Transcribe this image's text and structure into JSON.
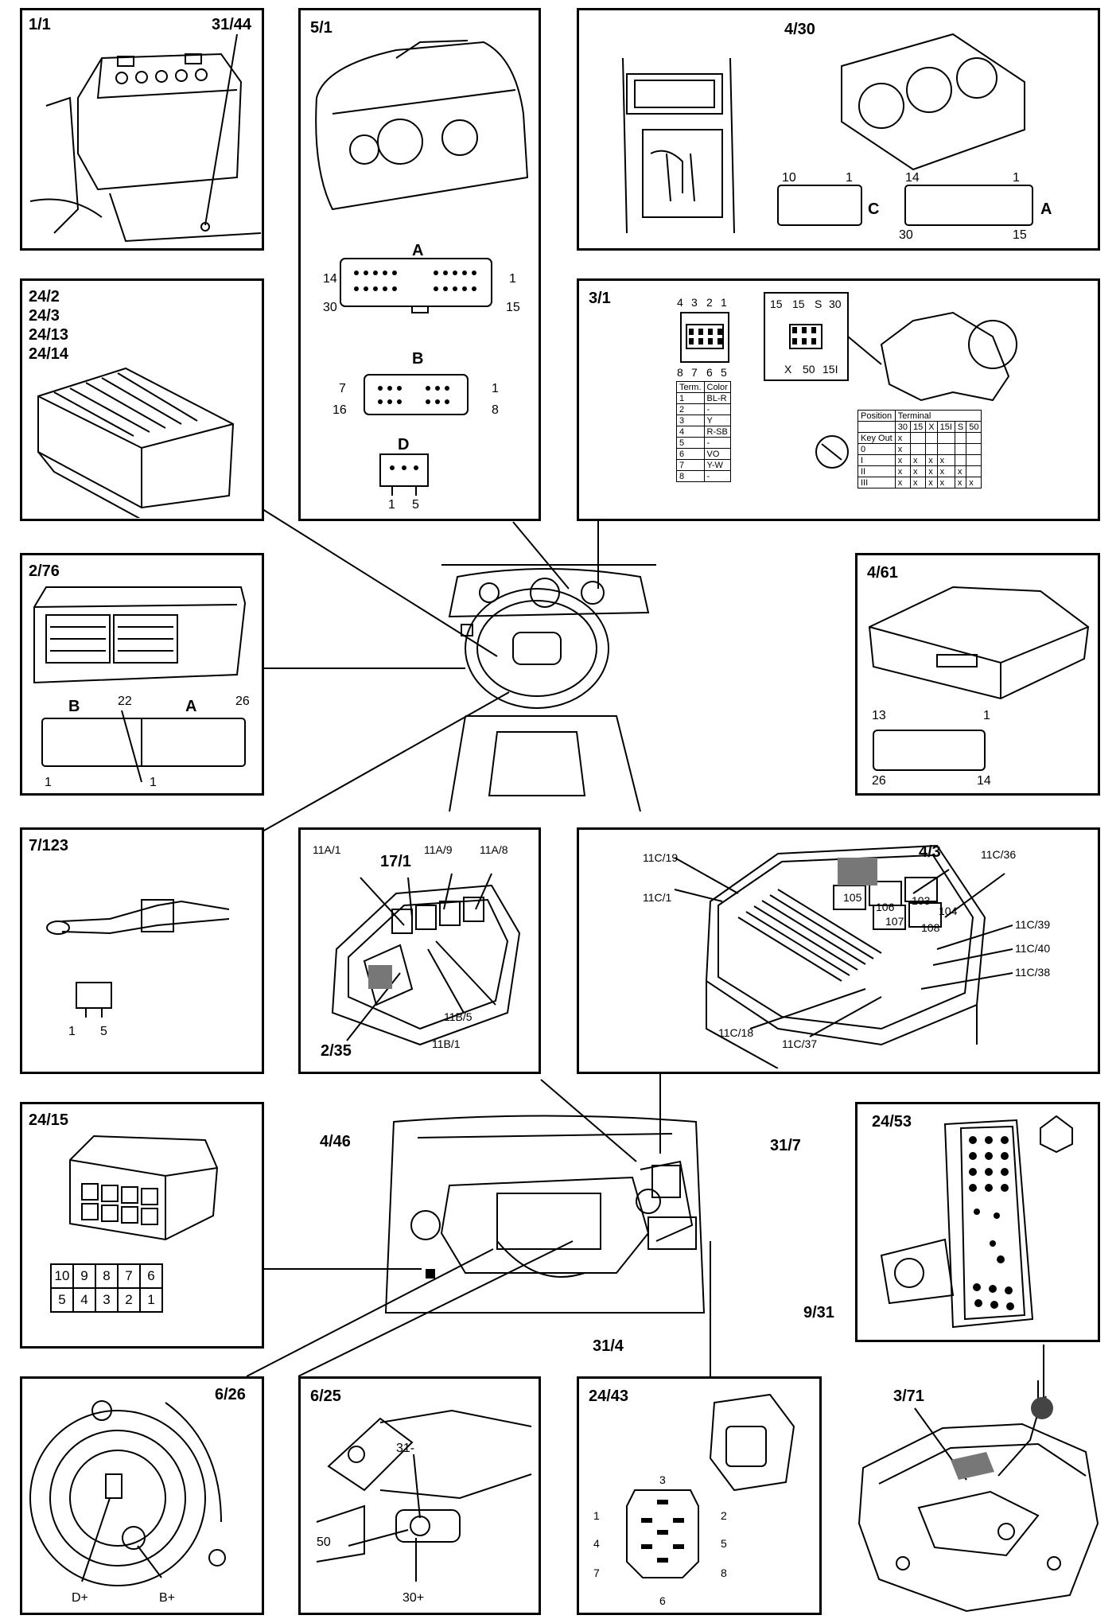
{
  "panels": {
    "p_1_1": {
      "id": "1/1",
      "ground": "31/44"
    },
    "p_5_1": {
      "id": "5/1",
      "connA": "A",
      "connA_pins": [
        "14",
        "1",
        "30",
        "15"
      ],
      "connB": "B",
      "connB_pins": [
        "7",
        "1",
        "16",
        "8"
      ],
      "connD": "D",
      "connD_pins": [
        "1",
        "5"
      ]
    },
    "p_4_30": {
      "id": "4/30",
      "connC_pins": [
        "10",
        "1"
      ],
      "connC": "C",
      "connA_pins": [
        "14",
        "1",
        "30",
        "15"
      ],
      "connA": "A"
    },
    "p_24_2": {
      "ids": [
        "24/2",
        "24/3",
        "24/13",
        "24/14"
      ]
    },
    "p_3_1": {
      "id": "3/1",
      "top_pins": [
        "4",
        "3",
        "2",
        "1"
      ],
      "bot_pins": [
        "8",
        "7",
        "6",
        "5"
      ],
      "sw_top": [
        "15",
        "15",
        "S",
        "30"
      ],
      "sw_bot": [
        "X",
        "50",
        "15I"
      ],
      "table_head": [
        "Term.",
        "Color"
      ],
      "table_rows": [
        [
          "1",
          "BL-R"
        ],
        [
          "2",
          "-"
        ],
        [
          "3",
          "Y"
        ],
        [
          "4",
          "R-SB"
        ],
        [
          "5",
          "-"
        ],
        [
          "6",
          "VO"
        ],
        [
          "7",
          "Y-W"
        ],
        [
          "8",
          "-"
        ]
      ],
      "pos_head": [
        "Position",
        "Terminal"
      ],
      "pos_cols": [
        "30",
        "15",
        "X",
        "15I",
        "S",
        "50"
      ],
      "pos_rows": [
        "Key Out",
        "0",
        "I",
        "II",
        "III"
      ]
    },
    "p_2_76": {
      "id": "2/76",
      "connB": "B",
      "connA": "A",
      "pin22": "22",
      "pin26": "26",
      "pin1a": "1",
      "pin1b": "1"
    },
    "p_4_61": {
      "id": "4/61",
      "pins": [
        "13",
        "1",
        "26",
        "14"
      ]
    },
    "p_7_123": {
      "id": "7/123",
      "pins": [
        "1",
        "5"
      ]
    },
    "p_relay": {
      "labels": [
        "11A/1",
        "17/1",
        "11A/9",
        "11A/8",
        "11B/5",
        "11B/1",
        "2/35"
      ]
    },
    "p_fuse": {
      "labels": [
        "11C/19",
        "4/3",
        "11C/36",
        "11C/1",
        "105",
        "106",
        "103",
        "107",
        "104",
        "108",
        "11C/39",
        "11C/40",
        "11C/38",
        "11C/18",
        "11C/37"
      ]
    },
    "p_24_15": {
      "id": "24/15",
      "row1": [
        "10",
        "9",
        "8",
        "7",
        "6"
      ],
      "row2": [
        "5",
        "4",
        "3",
        "2",
        "1"
      ]
    },
    "p_engine": {
      "labels": [
        "4/46",
        "31/7",
        "9/31",
        "31/4"
      ]
    },
    "p_24_53": {
      "id": "24/53"
    },
    "p_6_26": {
      "id": "6/26",
      "dplus": "D+",
      "bplus": "B+"
    },
    "p_6_25": {
      "id": "6/25",
      "t31": "31-",
      "t50": "50",
      "t30": "30+"
    },
    "p_24_43": {
      "id": "24/43",
      "pins": [
        "3",
        "1",
        "2",
        "4",
        "5",
        "7",
        "8",
        "6"
      ]
    },
    "p_3_71": {
      "id": "3/71"
    }
  }
}
